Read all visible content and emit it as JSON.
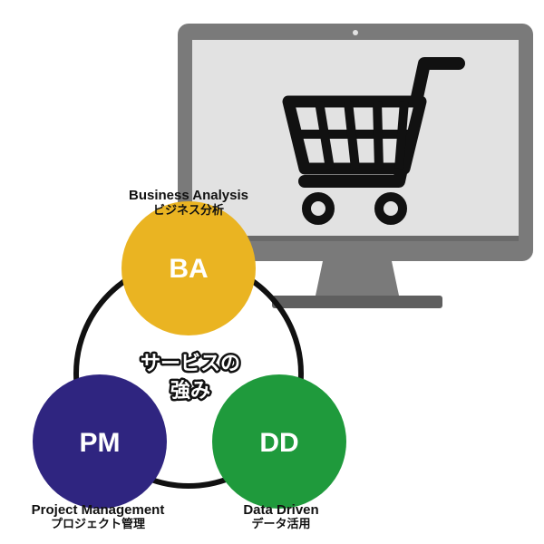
{
  "colors": {
    "monitor": "#7a7a7a",
    "monitor_dark": "#5f5f5f",
    "screen": "#e2e2e2",
    "cart": "#111111",
    "ring": "#111111",
    "ba_fill": "#eab422",
    "pm_fill": "#2f2580",
    "dd_fill": "#1f9a3c"
  },
  "icons": {
    "monitor": "monitor-icon",
    "cart": "shopping-cart-icon"
  },
  "center": {
    "line1": "サービスの",
    "line2": "強み"
  },
  "nodes": {
    "ba": {
      "abbr": "BA",
      "label_en": "Business Analysis",
      "label_jp": "ビジネス分析"
    },
    "pm": {
      "abbr": "PM",
      "label_en": "Project Management",
      "label_jp": "プロジェクト管理"
    },
    "dd": {
      "abbr": "DD",
      "label_en": "Data Driven",
      "label_jp": "データ活用"
    }
  }
}
